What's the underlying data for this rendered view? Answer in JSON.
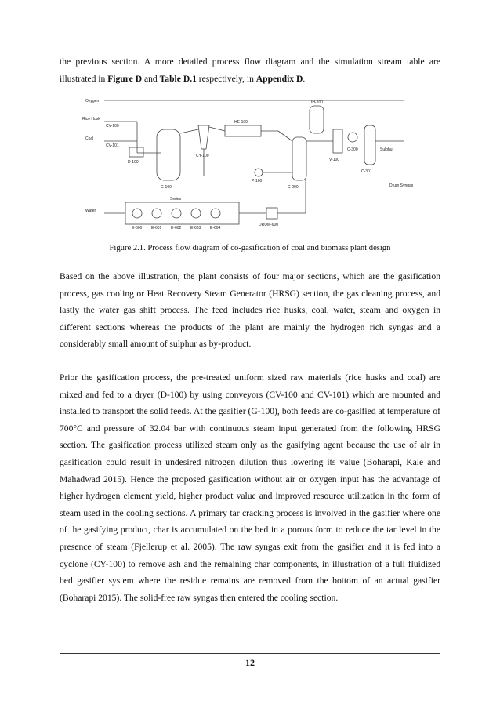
{
  "intro": {
    "t1": "the previous section. A more detailed process flow diagram and the simulation stream table are illustrated in ",
    "fig_ref": "Figure D",
    "t2": " and ",
    "table_ref": "Table D.1",
    "t3": " respectively, in ",
    "appendix_ref": "Appendix D",
    "t4": "."
  },
  "figure": {
    "caption": "Figure 2.1. Process flow diagram of co-gasification of coal and biomass plant design",
    "labels": {
      "oxygen": "Oxygen",
      "rice_husk": "Rice Husk",
      "coal": "Coal",
      "water": "Water",
      "series": "Series",
      "drum_syngas": "Drum Syngas",
      "sulphur": "Sulphur",
      "cv100": "CV-100",
      "cv101": "CV-101",
      "d100": "D-100",
      "g100": "G-100",
      "cy100": "CY-100",
      "he100": "HE-100",
      "c200": "C-200",
      "v100": "V-100",
      "p100": "P-100",
      "e600": "E-600",
      "e601": "E-601",
      "e602": "E-602",
      "e603": "E-603",
      "e604": "E-604",
      "drum": "DRUM-600",
      "ih": "IH-200",
      "c300": "C-300",
      "c301": "C-301"
    }
  },
  "para1": "Based on the above illustration, the plant consists of four major sections, which are the gasification process, gas cooling or Heat Recovery Steam Generator (HRSG) section, the gas cleaning process, and lastly the water gas shift process. The feed includes rice husks, coal, water, steam and oxygen in different sections whereas the products of the plant are mainly the hydrogen rich syngas and a considerably small amount of sulphur as by-product.",
  "para2": "Prior the gasification process, the pre-treated uniform sized raw materials (rice husks and coal) are mixed and fed to a dryer (D-100) by using conveyors (CV-100 and CV-101) which are mounted and installed to transport the solid feeds. At the gasifier (G-100), both feeds are co-gasified at temperature of 700°C and pressure of 32.04 bar with continuous steam input generated from the following HRSG section. The gasification process utilized steam only as the gasifying agent because the use of air in gasification could result in undesired nitrogen dilution thus lowering its value (Boharapi, Kale and Mahadwad 2015). Hence the proposed gasification without air or oxygen input has the advantage of higher hydrogen element yield, higher product value and improved resource utilization in the form of steam used in the cooling sections. A primary tar cracking process is involved in the gasifier where one of the gasifying product, char is accumulated on the bed in a porous form to reduce the tar level in the presence of steam (Fjellerup et al. 2005). The raw syngas exit from the gasifier and it is fed into a cyclone (CY-100) to remove ash and the remaining char components, in illustration of a full fluidized bed gasifier system where the residue remains are removed from the bottom of an actual gasifier (Boharapi 2015). The solid-free raw syngas then entered the cooling section.",
  "page_number": "12",
  "colors": {
    "text": "#111111",
    "line": "#444444",
    "temp_label": "#c0392b"
  }
}
